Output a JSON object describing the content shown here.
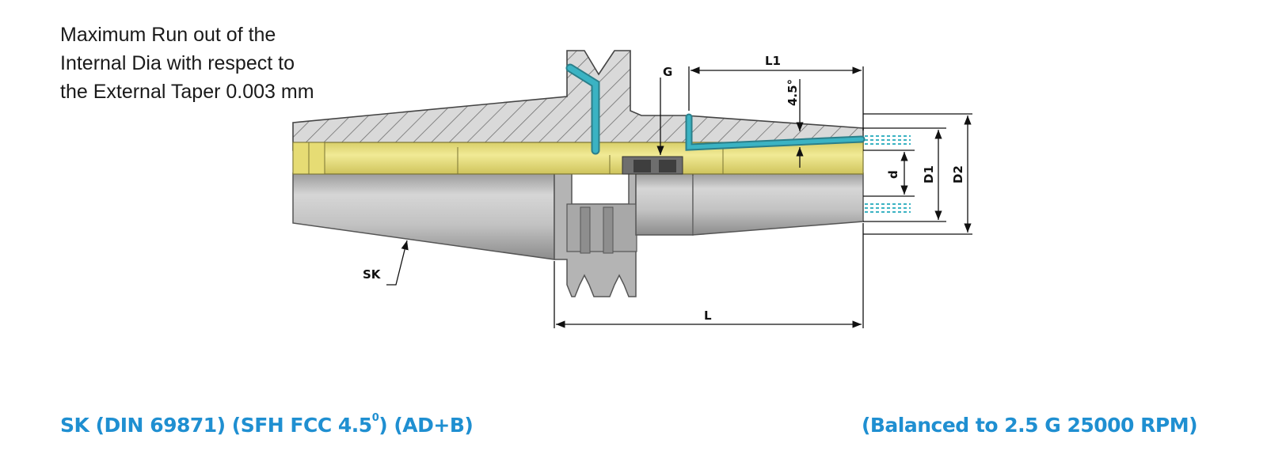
{
  "note": {
    "lines": [
      "Maximum Run out of the",
      "Internal Dia with respect to",
      "the External Taper 0.003 mm"
    ]
  },
  "labels": {
    "L1": "L1",
    "L": "L",
    "G": "G",
    "angle": "4.5°",
    "d": "d",
    "D1": "D1",
    "D2": "D2",
    "SK": "SK"
  },
  "footer": {
    "left_main": "SK (DIN 69871) (SFH FCC 4.5",
    "left_sup": "0",
    "left_tail": ") (AD+B)",
    "right": "(Balanced to 2.5 G 25000 RPM)"
  },
  "colors": {
    "accent_text": "#1f8fd1",
    "coolant": "#3bb3c3",
    "bore_yellow": "#ece487",
    "steel": "#bdbdbd",
    "hatch": "#6f6f6f"
  }
}
